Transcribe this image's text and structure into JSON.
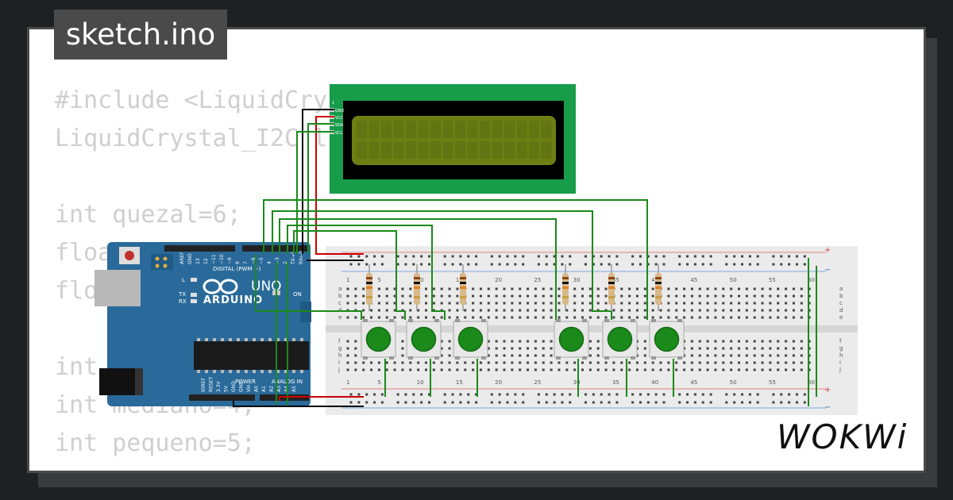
{
  "title": "sketch.ino",
  "code_lines": [
    "#include <LiquidCrystal_I2C.h>",
    "LiquidCrystal_I2C lcd(0x27, 16, 2);",
    "",
    "int quezal=6;",
    "float ;",
    "float ;",
    "",
    "int ;",
    "int mediano=4;",
    "int pequeno=5;"
  ],
  "brand": "WOKWi",
  "arduino": {
    "logo": "ARDUINO",
    "model": "UNO",
    "digital_label": "DIGITAL (PWM ~)",
    "analog_label": "ANALOG IN",
    "power_label": "POWER",
    "on_label": "ON",
    "tx_label": "TX",
    "rx_label": "RX",
    "l_label": "L",
    "header_top": [
      "AREF",
      "GND",
      "13",
      "12",
      "~11",
      "~10",
      "~9",
      "8",
      "7",
      "~6",
      "~5",
      "4",
      "~3",
      "2",
      "TX→1",
      "RX←0"
    ],
    "header_bottom": [
      "IOREF",
      "RESET",
      "3.3V",
      "5V",
      "GND",
      "GND",
      "Vin",
      "A0",
      "A1",
      "A2",
      "A3",
      "A4",
      "A5"
    ]
  },
  "lcd": {
    "pins": [
      "GND",
      "VCC",
      "SDA",
      "SCL"
    ],
    "pin1": "1"
  },
  "breadboard": {
    "col_numbers": [
      "1",
      "5",
      "10",
      "15",
      "20",
      "25",
      "30",
      "35",
      "40",
      "45",
      "50",
      "55",
      "60"
    ],
    "rows_top": [
      "a",
      "b",
      "c",
      "d",
      "e"
    ],
    "rows_bottom": [
      "f",
      "g",
      "h",
      "i",
      "j"
    ],
    "rail_plus": "+",
    "rail_minus": "−"
  },
  "colors": {
    "background": "#1f2021",
    "card": "#ffffff",
    "code_text": "#cfcfcf",
    "title_bg": "#4a4a4a",
    "arduino_blue": "#2a6a9a",
    "lcd_green": "#179c4a",
    "lcd_screen": "#6d7f12",
    "wire_green": "#1a8a1a",
    "wire_red": "#cc0000",
    "wire_black": "#000000",
    "button_green": "#1a8a1a"
  }
}
